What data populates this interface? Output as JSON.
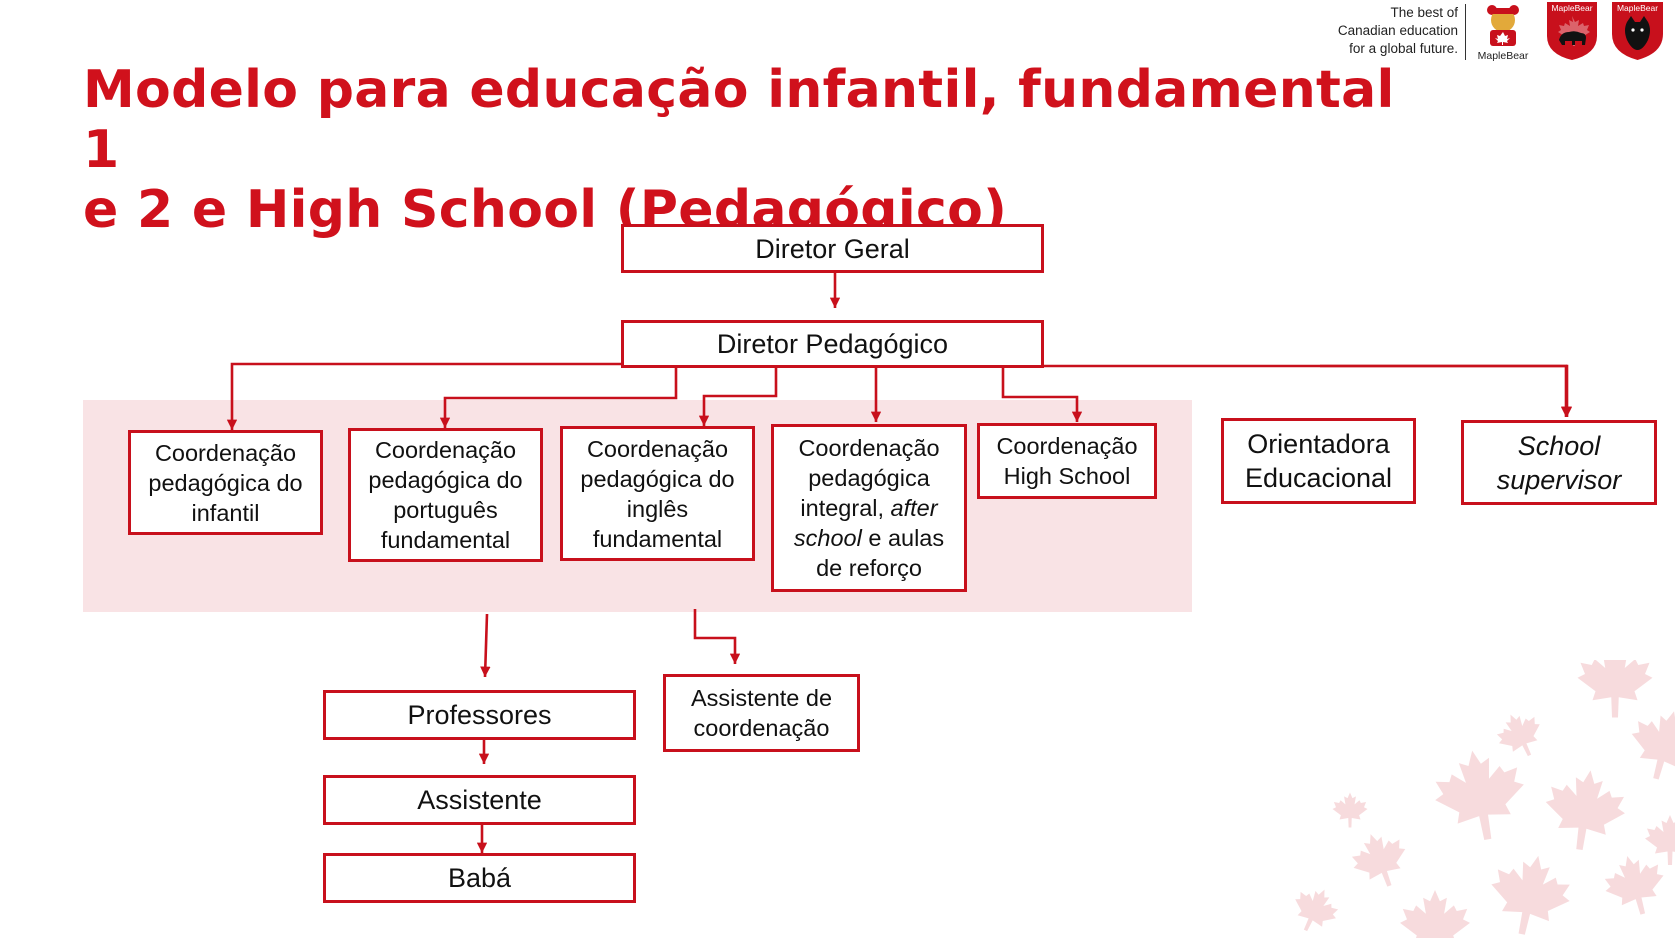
{
  "header": {
    "tagline": [
      "The best of",
      "Canadian education",
      "for a global future."
    ],
    "logo_captions": [
      "MapleBear",
      "MapleBear",
      "MapleBear"
    ]
  },
  "title_lines": [
    "Modelo para educação infantil, fundamental 1",
    "e 2 e High School (Pedagógico)"
  ],
  "colors": {
    "accent": "#c8101c",
    "title": "#d0111c",
    "band": "#f9e3e5"
  },
  "org": {
    "diretor_geral": "Diretor Geral",
    "diretor_pedagogico": "Diretor Pedagógico",
    "coord_infantil": [
      "Coordenação",
      "pedagógica do",
      "infantil"
    ],
    "coord_portugues": [
      "Coordenação",
      "pedagógica do",
      "português",
      "fundamental"
    ],
    "coord_ingles": [
      "Coordenação",
      "pedagógica do",
      "inglês",
      "fundamental"
    ],
    "coord_integral": {
      "line1": "Coordenação",
      "line2": "pedagógica",
      "line3_a": "integral, ",
      "line3_b": "after",
      "line4_a": "school",
      "line4_b": " e aulas",
      "line5": "de reforço"
    },
    "coord_high_school": [
      "Coordenação",
      "High School"
    ],
    "orientadora": [
      "Orientadora",
      "Educacional"
    ],
    "school_supervisor": [
      "School",
      "supervisor"
    ],
    "professores": "Professores",
    "assistente": "Assistente",
    "baba": "Babá",
    "assistente_coordenacao": [
      "Assistente de",
      "coordenação"
    ]
  }
}
